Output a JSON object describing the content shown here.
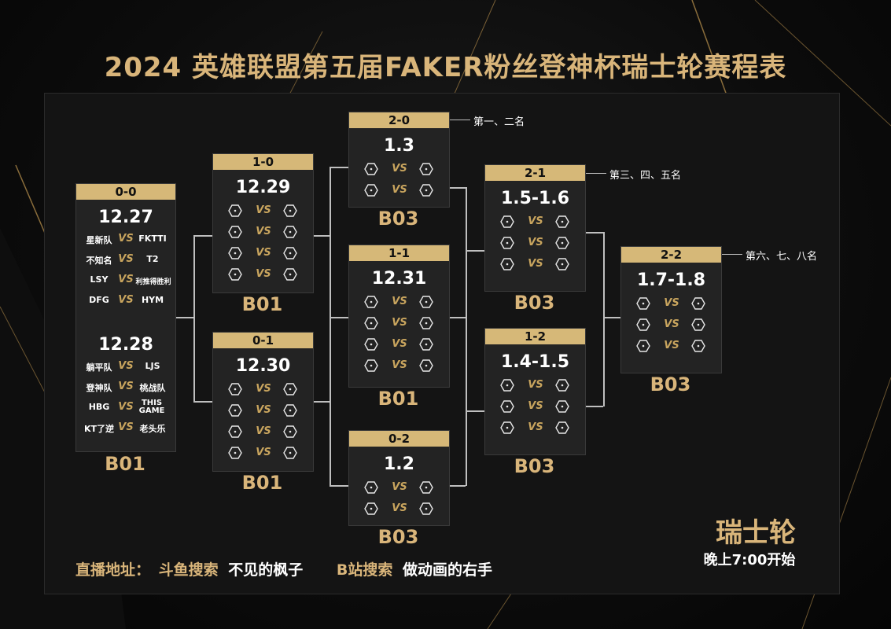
{
  "title": "2024  英雄联盟第五届FAKER粉丝登神杯瑞士轮赛程表",
  "colors": {
    "gold": "#d6b878",
    "panel": "#232323",
    "text": "#ffffff"
  },
  "vs": "VS",
  "col1": {
    "record": "0-0",
    "day1": {
      "date": "12.27",
      "matches": [
        {
          "a": "星新队",
          "b": "FKTTI"
        },
        {
          "a": "不知名",
          "b": "T2"
        },
        {
          "a": "LSY",
          "b": "利推得胜利"
        },
        {
          "a": "DFG",
          "b": "HYM"
        }
      ]
    },
    "day2": {
      "date": "12.28",
      "matches": [
        {
          "a": "躺平队",
          "b": "LJS"
        },
        {
          "a": "登神队",
          "b": "桃战队"
        },
        {
          "a": "HBG",
          "b": "THIS GAME"
        },
        {
          "a": "KT了逆",
          "b": "老头乐"
        }
      ]
    },
    "format": "B01"
  },
  "col2": [
    {
      "record": "1-0",
      "date": "12.29",
      "format": "B01"
    },
    {
      "record": "0-1",
      "date": "12.30",
      "format": "B01"
    }
  ],
  "col3": [
    {
      "record": "2-0",
      "date": "1.3",
      "format": "B03",
      "note": "第一、二名"
    },
    {
      "record": "1-1",
      "date": "12.31",
      "format": "B01"
    },
    {
      "record": "0-2",
      "date": "1.2",
      "format": "B03"
    }
  ],
  "col4": [
    {
      "record": "2-1",
      "date": "1.5-1.6",
      "format": "B03",
      "note": "第三、四、五名"
    },
    {
      "record": "1-2",
      "date": "1.4-1.5",
      "format": "B03"
    }
  ],
  "col5": {
    "record": "2-2",
    "date": "1.7-1.8",
    "format": "B03",
    "note": "第六、七、八名"
  },
  "footer": {
    "live_label": "直播地址：",
    "douyu_label": "斗鱼搜索",
    "douyu_name": "不见的枫子",
    "bili_label": "B站搜索",
    "bili_name": "做动画的右手",
    "stage_title": "瑞士轮",
    "start_time": "晚上7:00开始"
  }
}
